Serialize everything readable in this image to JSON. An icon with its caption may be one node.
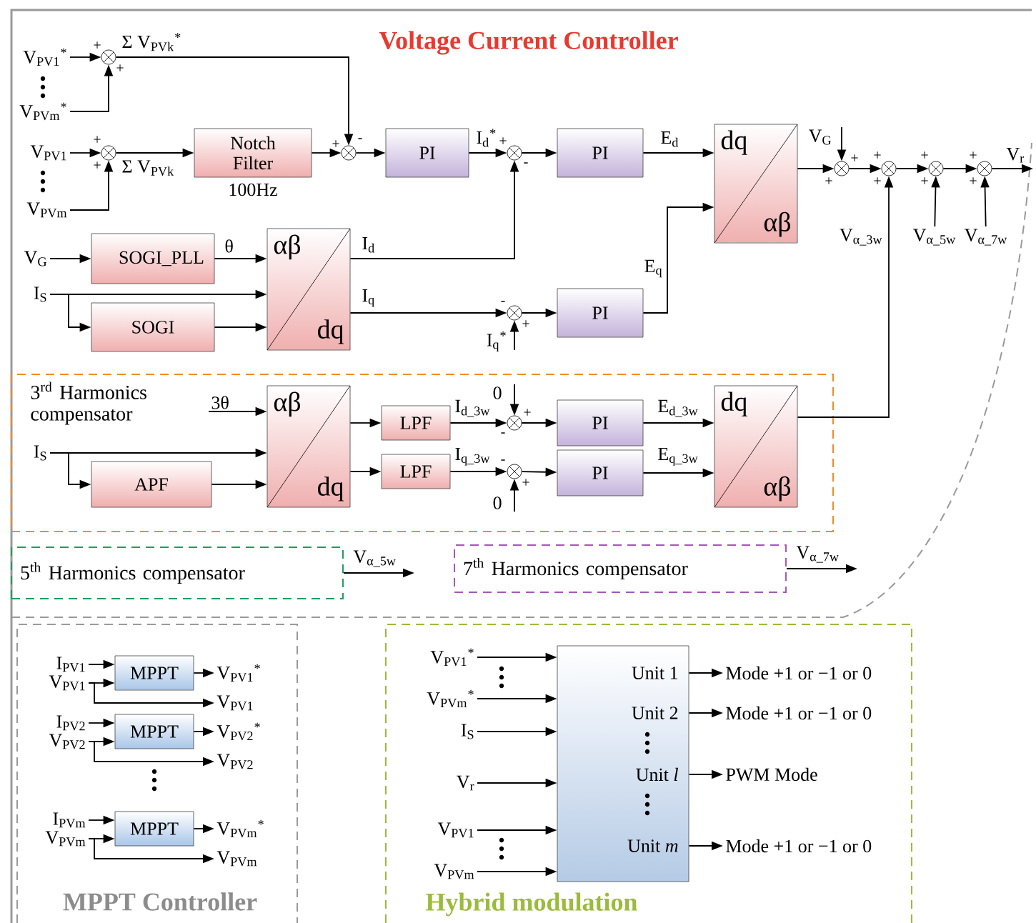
{
  "diagram": {
    "nodes": [
      {
        "text": [
          "Voltage Current Controller"
        ]
      },
      {
        "text": [
          "V$_{PV1}$$^{*}$"
        ],
        "in": 0
      },
      {
        "text": [
          "V$_{PVm}$$^{*}$"
        ],
        "in": 0
      },
      {
        "text": [],
        "shape": "circle",
        "beside": [
          "+",
          "+"
        ],
        "in": 0
      },
      {
        "text": [
          "V$_{PV1}$"
        ],
        "in": 0
      },
      {
        "text": [
          "V$_{PVm}$"
        ],
        "in": 0
      },
      {
        "text": [],
        "shape": "circle",
        "beside": [
          "+",
          "+"
        ],
        "in": 0
      },
      {
        "text": [
          "Notch Filter"
        ],
        "beside": [
          "100Hz"
        ],
        "in": 0
      },
      {
        "text": [],
        "shape": "circle",
        "beside": [
          "+",
          "-"
        ],
        "in": 0
      },
      {
        "text": [
          "PI"
        ],
        "in": 0
      },
      {
        "text": [],
        "shape": "circle",
        "beside": [
          "+",
          "-"
        ],
        "in": 0
      },
      {
        "text": [
          "PI"
        ],
        "in": 0
      },
      {
        "text": [
          "dq",
          "αβ"
        ],
        "in": 0
      },
      {
        "text": [
          "V$_{G}$"
        ],
        "in": 0
      },
      {
        "text": [
          "SOGI_PLL"
        ],
        "in": 0
      },
      {
        "text": [
          "αβ",
          "dq"
        ],
        "in": 0
      },
      {
        "text": [
          "I$_{S}$"
        ],
        "in": 0
      },
      {
        "text": [
          "SOGI"
        ],
        "in": 0
      },
      {
        "text": [],
        "shape": "circle",
        "beside": [
          "-",
          "+"
        ],
        "in": 0
      },
      {
        "text": [
          "PI"
        ],
        "in": 0
      },
      {
        "text": [
          "V$_{G}$"
        ],
        "in": 0
      },
      {
        "text": [],
        "shape": "circle",
        "beside": [
          "+",
          "+"
        ],
        "in": 0
      },
      {
        "text": [],
        "shape": "circle",
        "beside": [
          "+",
          "+"
        ],
        "in": 0
      },
      {
        "text": [],
        "shape": "circle",
        "beside": [
          "+",
          "+"
        ],
        "in": 0
      },
      {
        "text": [],
        "shape": "circle",
        "beside": [
          "+",
          "+"
        ],
        "in": 0
      },
      {
        "text": [
          "V$_{α_5w}$"
        ],
        "in": 0
      },
      {
        "text": [
          "V$_{α_7w}$"
        ],
        "in": 0
      },
      {
        "text": [
          "3$^{rd}$ Harmonics compensator"
        ],
        "in": 0
      },
      {
        "text": [
          "3θ"
        ],
        "in": 27
      },
      {
        "text": [
          "I$_{S}$"
        ],
        "in": 27
      },
      {
        "text": [
          "APF"
        ],
        "in": 27
      },
      {
        "text": [
          "αβ",
          "dq"
        ],
        "in": 27
      },
      {
        "text": [
          "LPF"
        ],
        "in": 27
      },
      {
        "text": [
          "LPF"
        ],
        "in": 27
      },
      {
        "text": [
          "0"
        ],
        "in": 27
      },
      {
        "text": [],
        "shape": "circle",
        "beside": [
          "+",
          "-"
        ],
        "in": 27
      },
      {
        "text": [],
        "shape": "circle",
        "beside": [
          "-",
          "+"
        ],
        "in": 27
      },
      {
        "text": [
          "0"
        ],
        "in": 27
      },
      {
        "text": [
          "PI"
        ],
        "in": 27
      },
      {
        "text": [
          "PI"
        ],
        "in": 27
      },
      {
        "text": [
          "dq",
          "αβ"
        ],
        "in": 27
      },
      {
        "text": [
          "5$^{th}$ Harmonics compensator"
        ],
        "in": 0
      },
      {
        "text": [
          "7$^{th}$ Harmonics compensator"
        ],
        "in": 0
      },
      {
        "text": [
          "MPPT Controller"
        ]
      },
      {
        "text": [
          "I$_{PV1}$"
        ],
        "in": 43
      },
      {
        "text": [
          "V$_{PV1}$"
        ],
        "in": 43
      },
      {
        "text": [
          "MPPT"
        ],
        "in": 43
      },
      {
        "text": [
          "V$_{PV1}$$^{*}$"
        ],
        "in": 43
      },
      {
        "text": [
          "V$_{PV1}$"
        ],
        "in": 43
      },
      {
        "text": [
          "I$_{PV2}$"
        ],
        "in": 43
      },
      {
        "text": [
          "V$_{PV2}$"
        ],
        "in": 43
      },
      {
        "text": [
          "MPPT"
        ],
        "in": 43
      },
      {
        "text": [
          "V$_{PV2}$$^{*}$"
        ],
        "in": 43
      },
      {
        "text": [
          "V$_{PV2}$"
        ],
        "in": 43
      },
      {
        "text": [
          "I$_{PVm}$"
        ],
        "in": 43
      },
      {
        "text": [
          "V$_{PVm}$"
        ],
        "in": 43
      },
      {
        "text": [
          "MPPT"
        ],
        "in": 43
      },
      {
        "text": [
          "V$_{PVm}$$^{*}$"
        ],
        "in": 43
      },
      {
        "text": [
          "V$_{PVm}$"
        ],
        "in": 43
      },
      {
        "text": [
          "Hybrid modulation"
        ]
      },
      {
        "text": [
          "V$_{PV1}$$^{*}$"
        ],
        "in": 59
      },
      {
        "text": [
          "V$_{PVm}$$^{*}$"
        ],
        "in": 59
      },
      {
        "text": [
          "I$_{S}$"
        ],
        "in": 59
      },
      {
        "text": [
          "V$_{r}$"
        ],
        "in": 59
      },
      {
        "text": [
          "V$_{PV1}$"
        ],
        "in": 59
      },
      {
        "text": [
          "V$_{PVm}$"
        ],
        "in": 59
      },
      {
        "text": [
          "Unit 1",
          "Unit 2",
          "Unit *l*",
          "Unit *m*"
        ],
        "in": 59
      },
      {
        "text": [
          "Mode +1 or −1 or 0"
        ],
        "in": 59
      },
      {
        "text": [
          "Mode +1 or −1 or 0"
        ],
        "in": 59
      },
      {
        "text": [
          "PWM Mode"
        ],
        "in": 59
      },
      {
        "text": [
          "Mode +1 or −1 or 0"
        ],
        "in": 59
      }
    ],
    "edges": [
      {
        "from": 1,
        "to": 3,
        "arrow": "to"
      },
      {
        "from": 2,
        "to": 3,
        "arrow": "to"
      },
      {
        "from": 3,
        "to": 8,
        "arrow": "to",
        "label": "Σ V$_{PVk}$$^{*}$"
      },
      {
        "from": 4,
        "to": 6,
        "arrow": "to"
      },
      {
        "from": 5,
        "to": 6,
        "arrow": "to"
      },
      {
        "from": 6,
        "to": 7,
        "arrow": "to",
        "label": "Σ V$_{PVk}$"
      },
      {
        "from": 7,
        "to": 8,
        "arrow": "to"
      },
      {
        "from": 8,
        "to": 9,
        "arrow": "to"
      },
      {
        "from": 9,
        "to": 10,
        "arrow": "to",
        "label": "I$_{d}$$^{*}$"
      },
      {
        "from": 10,
        "to": 11,
        "arrow": "to"
      },
      {
        "from": 11,
        "to": 12,
        "arrow": "to",
        "label": "E$_{d}$"
      },
      {
        "from": 13,
        "to": 14,
        "arrow": "to"
      },
      {
        "from": 14,
        "to": 15,
        "arrow": "to",
        "label": "θ"
      },
      {
        "from": 15,
        "to": 10,
        "arrow": "to",
        "label": "I$_{d}$"
      },
      {
        "from": 16,
        "to": 15,
        "arrow": "to"
      },
      {
        "from": 16,
        "to": 17,
        "arrow": "to"
      },
      {
        "from": 17,
        "to": 15,
        "arrow": "to"
      },
      {
        "from": 15,
        "to": 18,
        "arrow": "to",
        "label": "I$_{q}$"
      },
      {
        "from": null,
        "to": 18,
        "arrow": "to",
        "label": "I$_{q}$$^{*}$"
      },
      {
        "from": 18,
        "to": 19,
        "arrow": "to"
      },
      {
        "from": 19,
        "to": 12,
        "arrow": "to",
        "label": "E$_{q}$"
      },
      {
        "from": 12,
        "to": 21,
        "arrow": "to"
      },
      {
        "from": 20,
        "to": 21,
        "arrow": "to"
      },
      {
        "from": 21,
        "to": 22,
        "arrow": "to"
      },
      {
        "from": 22,
        "to": 23,
        "arrow": "to"
      },
      {
        "from": 23,
        "to": 24,
        "arrow": "to"
      },
      {
        "from": 24,
        "to": null,
        "arrow": "to",
        "label": "V$_{r}$"
      },
      {
        "from": 25,
        "to": 23,
        "arrow": "to"
      },
      {
        "from": 26,
        "to": 24,
        "arrow": "to"
      },
      {
        "from": 40,
        "to": 22,
        "arrow": "to",
        "label": "V$_{α_3w}$"
      },
      {
        "from": 28,
        "to": 31,
        "arrow": "to"
      },
      {
        "from": 29,
        "to": 31,
        "arrow": "to"
      },
      {
        "from": 29,
        "to": 30,
        "arrow": "to"
      },
      {
        "from": 30,
        "to": 31,
        "arrow": "to"
      },
      {
        "from": 31,
        "to": 32,
        "arrow": "to"
      },
      {
        "from": 31,
        "to": 33,
        "arrow": "to"
      },
      {
        "from": 32,
        "to": 35,
        "arrow": "to",
        "label": "I$_{d_3w}$"
      },
      {
        "from": 33,
        "to": 36,
        "arrow": "to",
        "label": "I$_{q_3w}$"
      },
      {
        "from": 34,
        "to": 35,
        "arrow": "to"
      },
      {
        "from": 37,
        "to": 36,
        "arrow": "to"
      },
      {
        "from": 35,
        "to": 38,
        "arrow": "to"
      },
      {
        "from": 36,
        "to": 39,
        "arrow": "to"
      },
      {
        "from": 38,
        "to": 40,
        "arrow": "to",
        "label": "E$_{d_3w}$"
      },
      {
        "from": 39,
        "to": 40,
        "arrow": "to",
        "label": "E$_{q_3w}$"
      },
      {
        "from": 41,
        "to": null,
        "arrow": "to",
        "label": "V$_{α_5w}$"
      },
      {
        "from": 42,
        "to": null,
        "arrow": "to",
        "label": "V$_{α_7w}$"
      },
      {
        "from": 44,
        "to": 46,
        "arrow": "to"
      },
      {
        "from": 45,
        "to": 46,
        "arrow": "to"
      },
      {
        "from": 46,
        "to": 47,
        "arrow": "to"
      },
      {
        "from": 45,
        "to": 48,
        "arrow": "to"
      },
      {
        "from": 49,
        "to": 51,
        "arrow": "to"
      },
      {
        "from": 50,
        "to": 51,
        "arrow": "to"
      },
      {
        "from": 51,
        "to": 52,
        "arrow": "to"
      },
      {
        "from": 50,
        "to": 53,
        "arrow": "to"
      },
      {
        "from": 54,
        "to": 56,
        "arrow": "to"
      },
      {
        "from": 55,
        "to": 56,
        "arrow": "to"
      },
      {
        "from": 56,
        "to": 57,
        "arrow": "to"
      },
      {
        "from": 55,
        "to": 58,
        "arrow": "to"
      },
      {
        "from": 60,
        "to": 66,
        "arrow": "to"
      },
      {
        "from": 61,
        "to": 66,
        "arrow": "to"
      },
      {
        "from": 62,
        "to": 66,
        "arrow": "to"
      },
      {
        "from": 63,
        "to": 66,
        "arrow": "to"
      },
      {
        "from": 64,
        "to": 66,
        "arrow": "to"
      },
      {
        "from": 65,
        "to": 66,
        "arrow": "to"
      },
      {
        "from": 66,
        "to": 67,
        "arrow": "to"
      },
      {
        "from": 66,
        "to": 68,
        "arrow": "to"
      },
      {
        "from": 66,
        "to": 69,
        "arrow": "to"
      },
      {
        "from": 66,
        "to": 70,
        "arrow": "to"
      }
    ]
  }
}
